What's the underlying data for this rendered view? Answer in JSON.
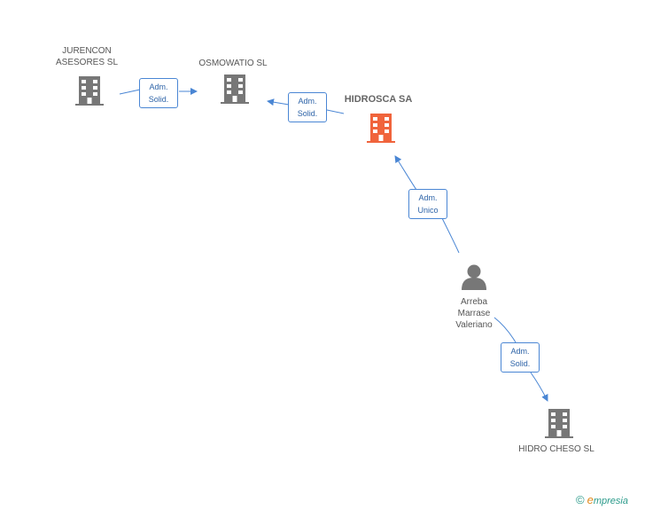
{
  "colors": {
    "edge": "#4a86d4",
    "company_icon": "#777777",
    "focus_icon": "#f0643c",
    "person_icon": "#777777"
  },
  "nodes": {
    "jurencon": {
      "label": "JURENCON\nASESORES SL",
      "icon": "building-icon"
    },
    "osmowatio": {
      "label": "OSMOWATIO SL",
      "icon": "building-icon"
    },
    "hidrosca": {
      "label": "HIDROSCA SA",
      "icon": "building-icon"
    },
    "arreba": {
      "label": "Arreba\nMarrase\nValeriano",
      "icon": "person-icon"
    },
    "hidro_cheso": {
      "label": "HIDRO CHESO SL",
      "icon": "building-icon"
    }
  },
  "edges": {
    "jurencon_osmowatio": {
      "line1": "Adm.",
      "line2": "Solid."
    },
    "hidrosca_osmowatio": {
      "line1": "Adm.",
      "line2": "Solid."
    },
    "arreba_hidrosca": {
      "line1": "Adm.",
      "line2": "Unico"
    },
    "arreba_hidro_cheso": {
      "line1": "Adm.",
      "line2": "Solid."
    }
  },
  "brand": {
    "copyright": "©",
    "initial": "e",
    "name": "mpresia"
  }
}
